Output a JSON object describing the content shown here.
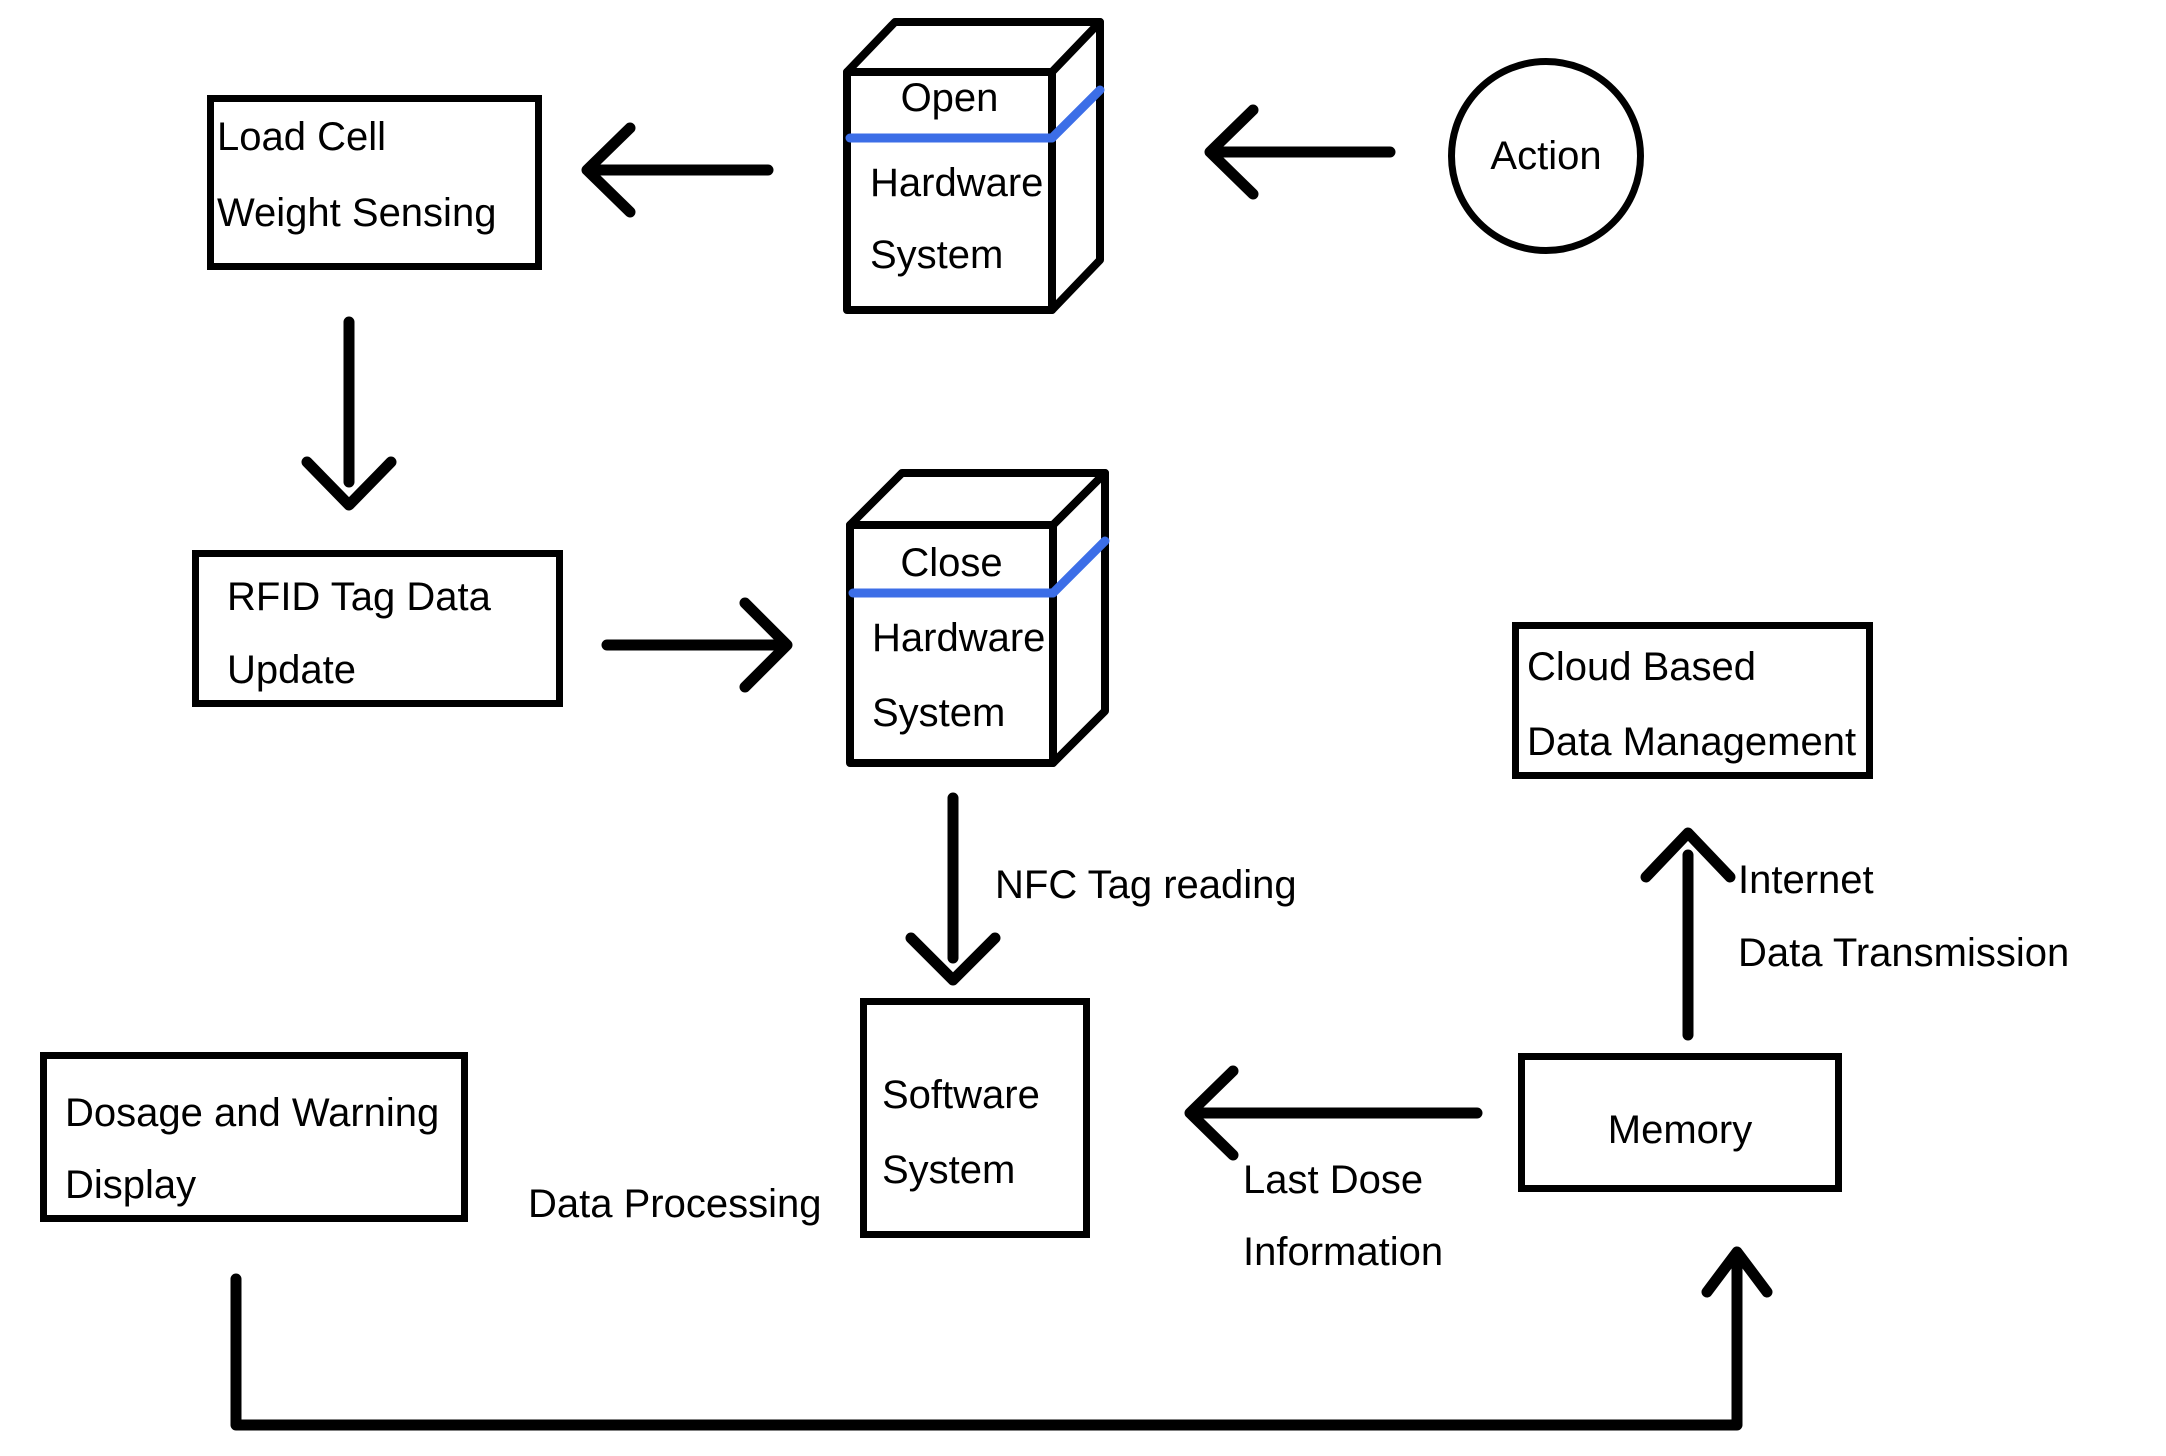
{
  "diagram": {
    "colors": {
      "background": "#ffffff",
      "line": "#000000",
      "accent_blue": "#3C6EE7"
    },
    "nodes": {
      "load_cell": {
        "line1": "Load Cell",
        "line2": "Weight Sensing"
      },
      "open_hardware": {
        "state": "Open",
        "line1": "Hardware",
        "line2": "System"
      },
      "action": {
        "label": "Action"
      },
      "rfid": {
        "line1": "RFID Tag Data",
        "line2": "Update"
      },
      "close_hardware": {
        "state": "Close",
        "line1": "Hardware",
        "line2": "System"
      },
      "cloud": {
        "line1": "Cloud Based",
        "line2": "Data Management"
      },
      "software": {
        "line1": "Software",
        "line2": "System"
      },
      "memory": {
        "label": "Memory"
      },
      "dosage_display": {
        "line1": "Dosage and Warning",
        "line2": "Display"
      }
    },
    "edge_labels": {
      "nfc": "NFC Tag reading",
      "data_processing": "Data Processing",
      "last_dose_line1": "Last Dose",
      "last_dose_line2": "Information",
      "internet_line1": "Internet",
      "internet_line2": "Data Transmission"
    }
  }
}
